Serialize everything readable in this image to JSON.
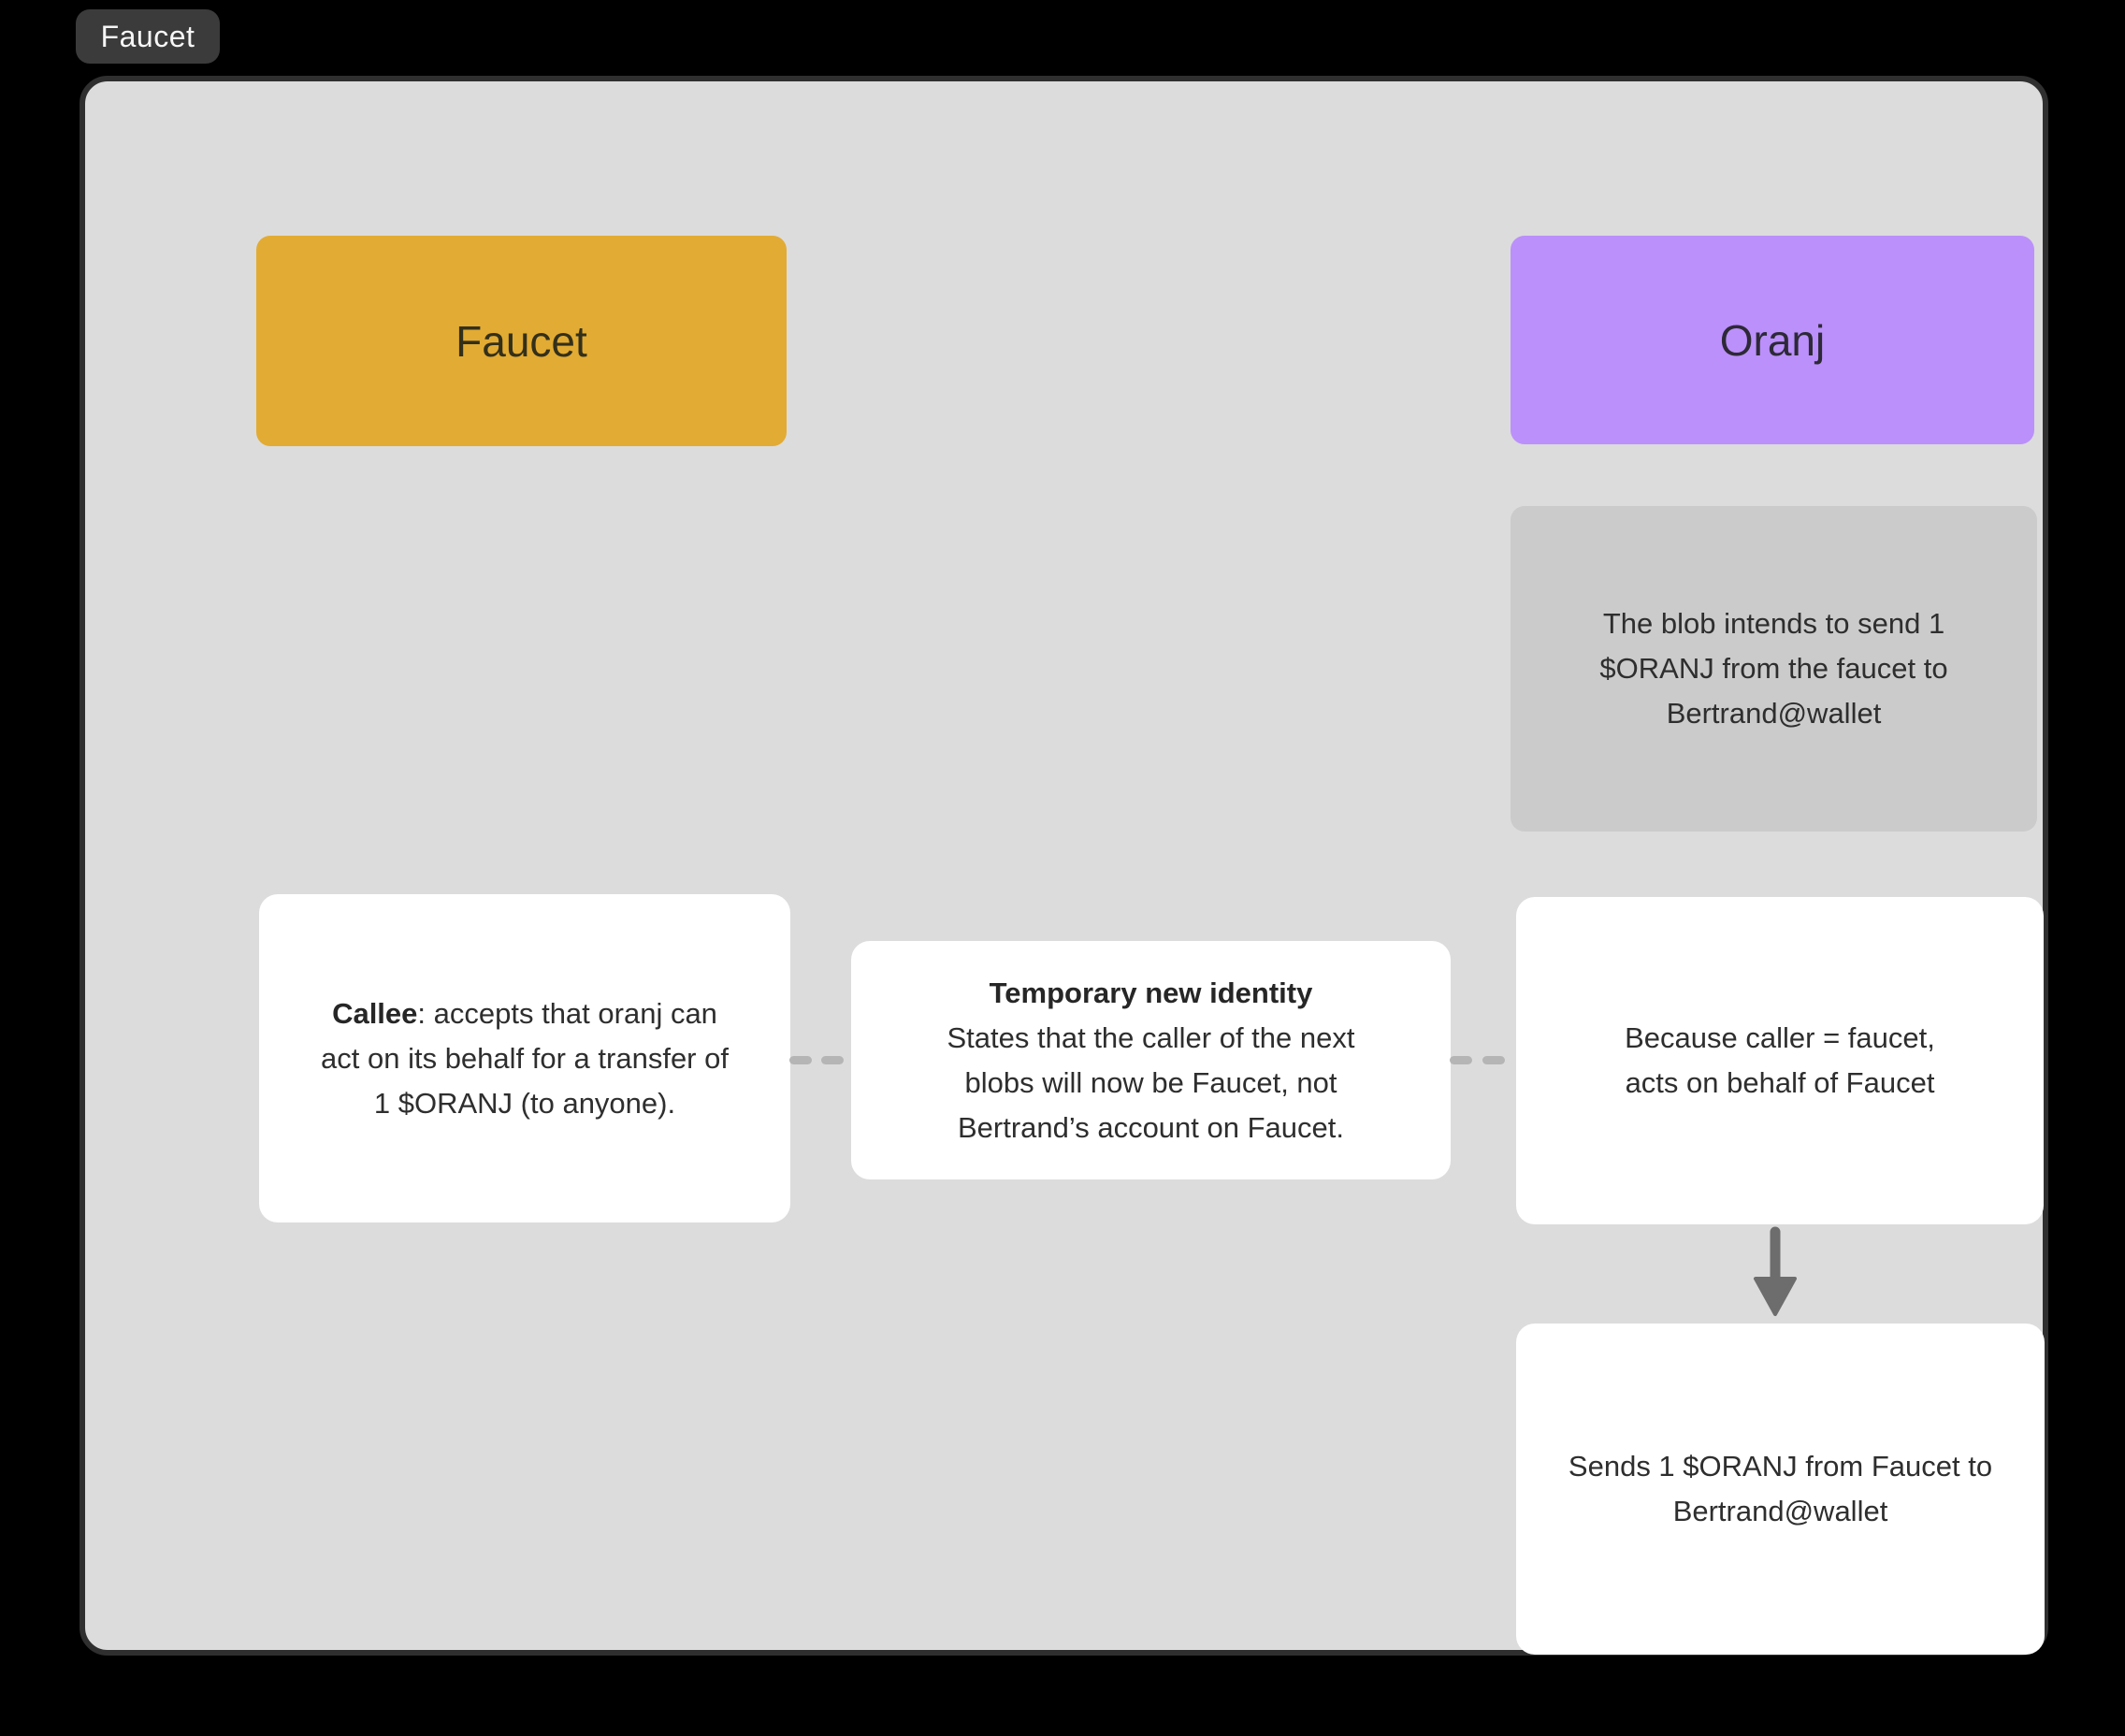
{
  "frame": {
    "tab_label": "Faucet"
  },
  "nodes": {
    "faucet": {
      "label": "Faucet"
    },
    "oranj": {
      "label": "Oranj"
    },
    "intent_note": {
      "line1": "The blob intends to send 1",
      "line2": "$ORANJ from the faucet to",
      "line3": "Bertrand@wallet"
    },
    "callee_note": {
      "lead_bold": "Callee",
      "line1_rest": ": accepts that oranj can",
      "line2": "act on its behalf for a transfer of",
      "line3": "1 $ORANJ (to anyone)."
    },
    "identity_note": {
      "title": "Temporary new identity",
      "line1": "States that the caller of the next",
      "line2": "blobs will now be Faucet, not",
      "line3": "Bertrand’s account on Faucet."
    },
    "because_note": {
      "line1": "Because caller = faucet,",
      "line2": "acts on behalf of Faucet"
    },
    "sends_note": {
      "line1": "Sends 1 $ORANJ from Faucet to",
      "line2": "Bertrand@wallet"
    }
  },
  "colors": {
    "background": "#000000",
    "canvas_fill": "#dcdcdc",
    "canvas_border": "#2f2f2f",
    "tab_fill": "#3b3b3b",
    "faucet_fill": "#e2ab33",
    "oranj_fill": "#bb90fa",
    "gray_note_fill": "#cbcbcb",
    "white_note_fill": "#ffffff",
    "dash": "#b5b5b5",
    "arrow": "#6d6d6d",
    "text": "#2e2e2e"
  }
}
